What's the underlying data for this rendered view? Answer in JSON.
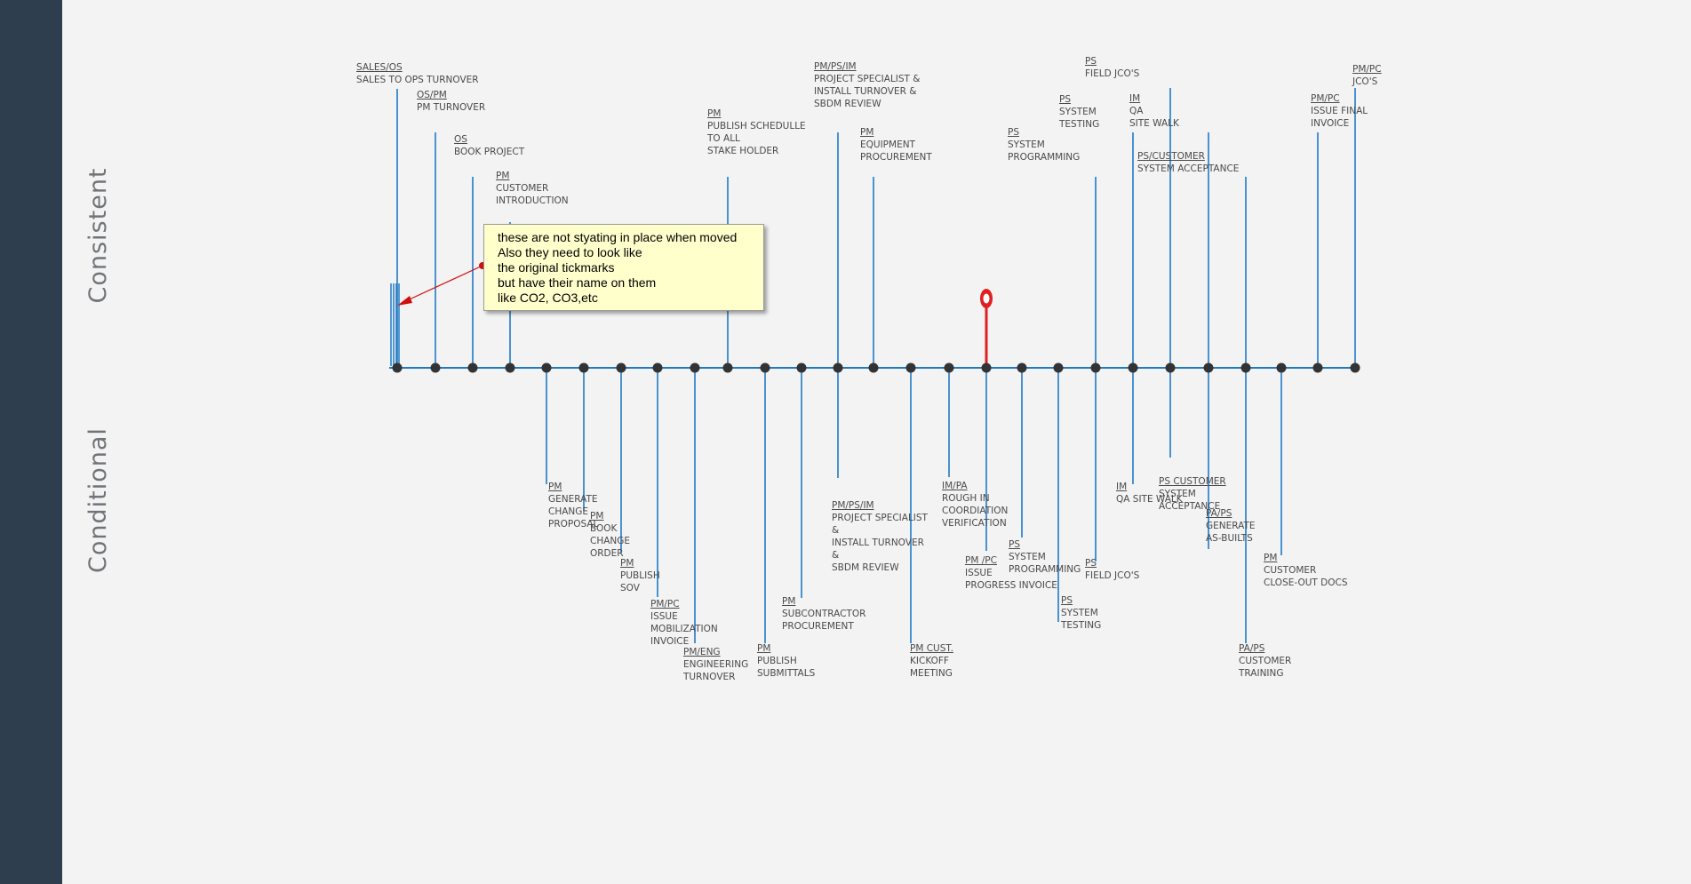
{
  "bands": {
    "top_label": "Consistent",
    "bottom_label": "Conditional"
  },
  "colors": {
    "sidebar": "#2e3e4e",
    "background": "#f3f3f3",
    "timeline": "#1f7ac7",
    "node": "#333333",
    "marker": "#e02020",
    "callout_bg": "#ffffcc",
    "arrow": "#d01010"
  },
  "callout": {
    "lines": [
      "these are not styating in place when moved",
      "Also they need to look like",
      "the original tickmarks",
      "but have their name on them",
      "like CO2, CO3,etc"
    ]
  },
  "milestones_top": [
    {
      "role": "SALES/OS",
      "desc": [
        "SALES TO OPS TURNOVER"
      ]
    },
    {
      "role": "OS/PM",
      "desc": [
        "PM TURNOVER"
      ]
    },
    {
      "role": "OS",
      "desc": [
        "BOOK PROJECT"
      ]
    },
    {
      "role": "PM",
      "desc": [
        "CUSTOMER",
        "INTRODUCTION"
      ]
    },
    {
      "role": "PM",
      "desc": [
        "PUBLISH SCHEDULLE",
        "TO ALL",
        "STAKE HOLDER"
      ]
    },
    {
      "role": "PM/PS/IM",
      "desc": [
        "PROJECT SPECIALIST &",
        "INSTALL TURNOVER &",
        "SBDM REVIEW"
      ]
    },
    {
      "role": "PM",
      "desc": [
        "EQUIPMENT",
        "PROCUREMENT"
      ]
    },
    {
      "role": "PS",
      "desc": [
        "SYSTEM",
        "PROGRAMMING"
      ]
    },
    {
      "role": "PS",
      "desc": [
        "SYSTEM",
        "TESTING"
      ]
    },
    {
      "role": "PS",
      "desc": [
        "FIELD JCO'S"
      ]
    },
    {
      "role": "IM",
      "desc": [
        "QA",
        "SITE WALK"
      ]
    },
    {
      "role": "PS/CUSTOMER",
      "desc": [
        "SYSTEM ACCEPTANCE"
      ]
    },
    {
      "role": "PM/PC",
      "desc": [
        "ISSUE FINAL",
        "INVOICE"
      ]
    },
    {
      "role": "PM/PC",
      "desc": [
        "JCO'S"
      ]
    }
  ],
  "milestones_bottom": [
    {
      "role": "PM",
      "desc": [
        "GENERATE",
        "CHANGE",
        "PROPOSAL"
      ]
    },
    {
      "role": "PM",
      "desc": [
        "BOOK",
        "CHANGE",
        "ORDER"
      ]
    },
    {
      "role": "PM",
      "desc": [
        "PUBLISH",
        "SOV"
      ]
    },
    {
      "role": "PM/PC",
      "desc": [
        "ISSUE",
        "MOBILIZATION",
        "INVOICE"
      ]
    },
    {
      "role": "PM/ENG",
      "desc": [
        "ENGINEERING",
        "TURNOVER"
      ]
    },
    {
      "role": "PM",
      "desc": [
        "PUBLISH",
        "SUBMITTALS"
      ]
    },
    {
      "role": "PM",
      "desc": [
        "SUBCONTRACTOR",
        "PROCUREMENT"
      ]
    },
    {
      "role": "PM/PS/IM",
      "desc": [
        "PROJECT SPECIALIST",
        "&",
        "INSTALL TURNOVER",
        "&",
        "SBDM REVIEW"
      ]
    },
    {
      "role": "PM CUST.",
      "desc": [
        "KICKOFF",
        "MEETING"
      ]
    },
    {
      "role": "IM/PA",
      "desc": [
        "ROUGH IN",
        "COORDIATION",
        "VERIFICATION"
      ]
    },
    {
      "role": "PM /PC",
      "desc": [
        "ISSUE",
        "PROGRESS INVOICE"
      ]
    },
    {
      "role": "PS",
      "desc": [
        "SYSTEM",
        "PROGRAMMING"
      ]
    },
    {
      "role": "PS",
      "desc": [
        "SYSTEM",
        "TESTING"
      ]
    },
    {
      "role": "PS",
      "desc": [
        "FIELD JCO'S"
      ]
    },
    {
      "role": "IM",
      "desc": [
        "QA SITE WALK"
      ]
    },
    {
      "role": "PS CUSTOMER",
      "desc": [
        "SYSTEM",
        "ACCEPTANCE"
      ]
    },
    {
      "role": "PA/PS",
      "desc": [
        "GENERATE",
        "AS-BUILTS"
      ]
    },
    {
      "role": "PA/PS",
      "desc": [
        "CUSTOMER",
        "TRAINING"
      ]
    },
    {
      "role": "PM",
      "desc": [
        "CUSTOMER",
        "CLOSE-OUT DOCS"
      ]
    }
  ]
}
